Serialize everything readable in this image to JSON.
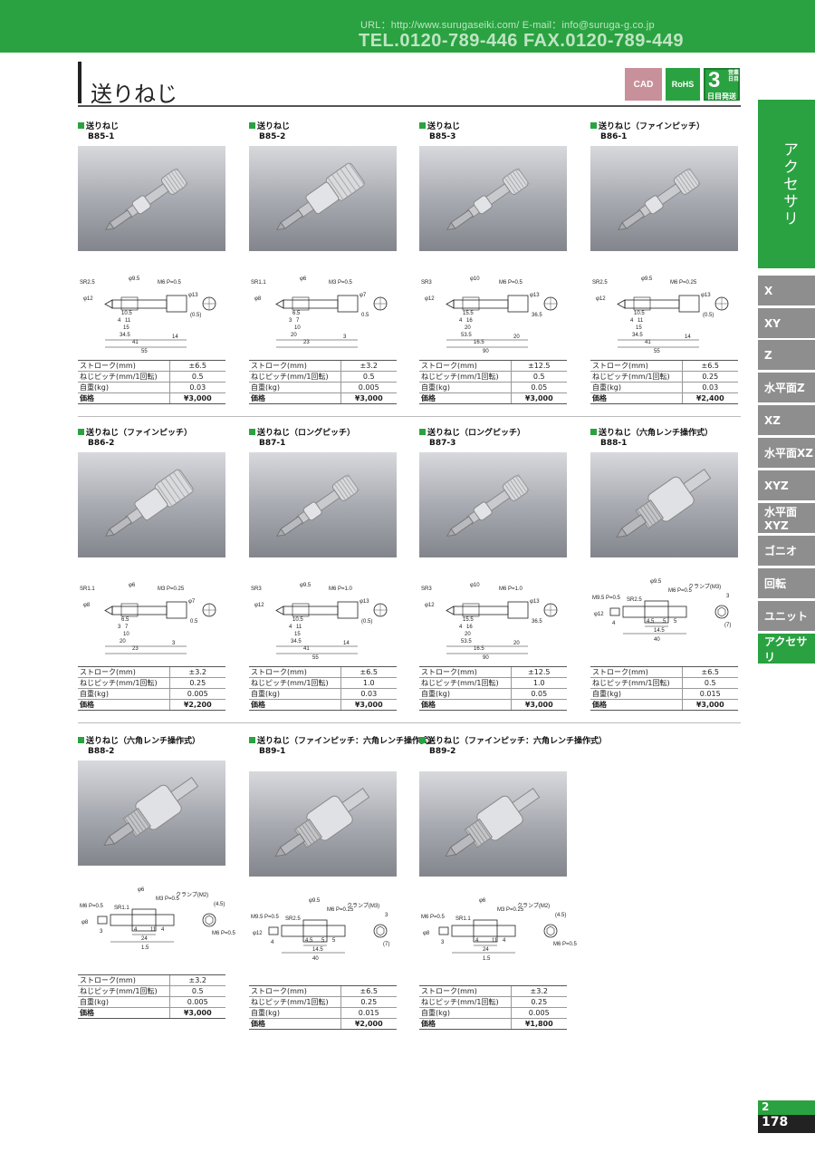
{
  "header": {
    "contact": "URL：http://www.surugaseiki.com/  E-mail：info@suruga-g.co.jp",
    "phone_fax": "TEL.0120-789-446  FAX.0120-789-449"
  },
  "page_title": "送りねじ",
  "badges": {
    "cad": "CAD",
    "rohs": "RoHS",
    "ship_days": "3",
    "ship_top": "営業 日目",
    "ship_bottom": "日目発送"
  },
  "sidebar": {
    "main": "アクセサリ",
    "tabs": [
      "X",
      "XY",
      "Z",
      "水平面Z",
      "XZ",
      "水平面XZ",
      "XYZ",
      "水平面XYZ",
      "ゴニオ",
      "回転",
      "ユニット",
      "アクセサリ"
    ]
  },
  "spec_labels": {
    "stroke": "ストローク(mm)",
    "pitch": "ねじピッチ(mm/1回転)",
    "weight": "自重(kg)",
    "price": "価格"
  },
  "products": [
    {
      "name": "送りねじ",
      "code": "B85-1",
      "stroke": "±6.5",
      "pitch": "0.5",
      "weight": "0.03",
      "price": "¥3,000",
      "dims": {
        "a": "SR2.5",
        "b": "M6 P=0.5",
        "c": "φ12",
        "d": "φ9.5",
        "e": "φ13",
        "f": "10.5",
        "g": "4",
        "h": "11",
        "i": "15",
        "j": "34.5",
        "k": "41",
        "l": "14",
        "m": "55",
        "n": "(0.5)"
      }
    },
    {
      "name": "送りねじ",
      "code": "B85-2",
      "stroke": "±3.2",
      "pitch": "0.5",
      "weight": "0.005",
      "price": "¥3,000",
      "dims": {
        "a": "SR1.1",
        "b": "M3 P=0.5",
        "c": "φ8",
        "d": "φ6",
        "e": "φ7",
        "f": "6.5",
        "g": "3",
        "h": "7",
        "i": "10",
        "j": "20",
        "k": "23",
        "l": "3",
        "m": "",
        "n": "0.5"
      }
    },
    {
      "name": "送りねじ",
      "code": "B85-3",
      "stroke": "±12.5",
      "pitch": "0.5",
      "weight": "0.05",
      "price": "¥3,000",
      "dims": {
        "a": "SR3",
        "b": "M6 P=0.5",
        "c": "φ12",
        "d": "φ10",
        "e": "φ13",
        "f": "15.5",
        "g": "4",
        "h": "16",
        "i": "20",
        "j": "53.5",
        "k": "16.5",
        "l": "20",
        "m": "90",
        "n": "36.5"
      }
    },
    {
      "name": "送りねじ（ファインピッチ）",
      "code": "B86-1",
      "stroke": "±6.5",
      "pitch": "0.25",
      "weight": "0.03",
      "price": "¥2,400",
      "dims": {
        "a": "SR2.5",
        "b": "M6 P=0.25",
        "c": "φ12",
        "d": "φ9.5",
        "e": "φ13",
        "f": "10.5",
        "g": "4",
        "h": "11",
        "i": "15",
        "j": "34.5",
        "k": "41",
        "l": "14",
        "m": "55",
        "n": "(0.5)"
      }
    },
    {
      "name": "送りねじ（ファインピッチ）",
      "code": "B86-2",
      "stroke": "±3.2",
      "pitch": "0.25",
      "weight": "0.005",
      "price": "¥2,200",
      "dims": {
        "a": "SR1.1",
        "b": "M3 P=0.25",
        "c": "φ8",
        "d": "φ6",
        "e": "φ7",
        "f": "6.5",
        "g": "3",
        "h": "7",
        "i": "10",
        "j": "20",
        "k": "23",
        "l": "3",
        "m": "",
        "n": "0.5"
      }
    },
    {
      "name": "送りねじ（ロングピッチ）",
      "code": "B87-1",
      "stroke": "±6.5",
      "pitch": "1.0",
      "weight": "0.03",
      "price": "¥3,000",
      "dims": {
        "a": "SR3",
        "b": "M6 P=1.0",
        "c": "φ12",
        "d": "φ9.5",
        "e": "φ13",
        "f": "10.5",
        "g": "4",
        "h": "11",
        "i": "15",
        "j": "34.5",
        "k": "41",
        "l": "14",
        "m": "55",
        "n": "(0.5)"
      }
    },
    {
      "name": "送りねじ（ロングピッチ）",
      "code": "B87-3",
      "stroke": "±12.5",
      "pitch": "1.0",
      "weight": "0.05",
      "price": "¥3,000",
      "dims": {
        "a": "SR3",
        "b": "M6 P=1.0",
        "c": "φ12",
        "d": "φ10",
        "e": "φ13",
        "f": "15.5",
        "g": "4",
        "h": "16",
        "i": "20",
        "j": "53.5",
        "k": "16.5",
        "l": "20",
        "m": "90",
        "n": "36.5"
      }
    },
    {
      "name": "送りねじ（六角レンチ操作式）",
      "code": "B88-1",
      "stroke": "±6.5",
      "pitch": "0.5",
      "weight": "0.015",
      "price": "¥3,000",
      "dims": {
        "a": "M9.5 P=0.5",
        "b": "M6 P=0.5",
        "c": "φ12",
        "d": "φ9.5",
        "e": "クランプ(M3)",
        "f": "SR2.5",
        "g": "4",
        "h": "4.5",
        "i": "5",
        "j": "14.5",
        "k": "40",
        "l": "3",
        "m": "(7)",
        "n": "5"
      }
    },
    {
      "name": "送りねじ（六角レンチ操作式）",
      "code": "B88-2",
      "stroke": "±3.2",
      "pitch": "0.5",
      "weight": "0.005",
      "price": "¥3,000",
      "dims": {
        "a": "M6 P=0.5",
        "b": "M3 P=0.5",
        "c": "φ8",
        "d": "φ6",
        "e": "クランプ(M2)",
        "f": "SR1.1",
        "g": "3",
        "h": "4",
        "i": "11",
        "j": "24",
        "k": "1.5",
        "l": "(4.5)",
        "m": "M6 P=0.5",
        "n": "4"
      }
    },
    {
      "name": "送りねじ（ファインピッチ：六角レンチ操作式）",
      "code": "B89-1",
      "stroke": "±6.5",
      "pitch": "0.25",
      "weight": "0.015",
      "price": "¥2,000",
      "dims": {
        "a": "M9.5 P=0.5",
        "b": "M6 P=0.25",
        "c": "φ12",
        "d": "φ9.5",
        "e": "クランプ(M3)",
        "f": "SR2.5",
        "g": "4",
        "h": "4.5",
        "i": "5",
        "j": "14.5",
        "k": "40",
        "l": "3",
        "m": "(7)",
        "n": "5"
      }
    },
    {
      "name": "送りねじ（ファインピッチ：六角レンチ操作式）",
      "code": "B89-2",
      "stroke": "±3.2",
      "pitch": "0.25",
      "weight": "0.005",
      "price": "¥1,800",
      "dims": {
        "a": "M6 P=0.5",
        "b": "M3 P=0.25",
        "c": "φ8",
        "d": "φ6",
        "e": "クランプ(M2)",
        "f": "SR1.1",
        "g": "3",
        "h": "4",
        "i": "11",
        "j": "24",
        "k": "1.5",
        "l": "(4.5)",
        "m": "M6 P=0.5",
        "n": "4"
      }
    }
  ],
  "page_number": {
    "section": "2",
    "page": "178"
  }
}
